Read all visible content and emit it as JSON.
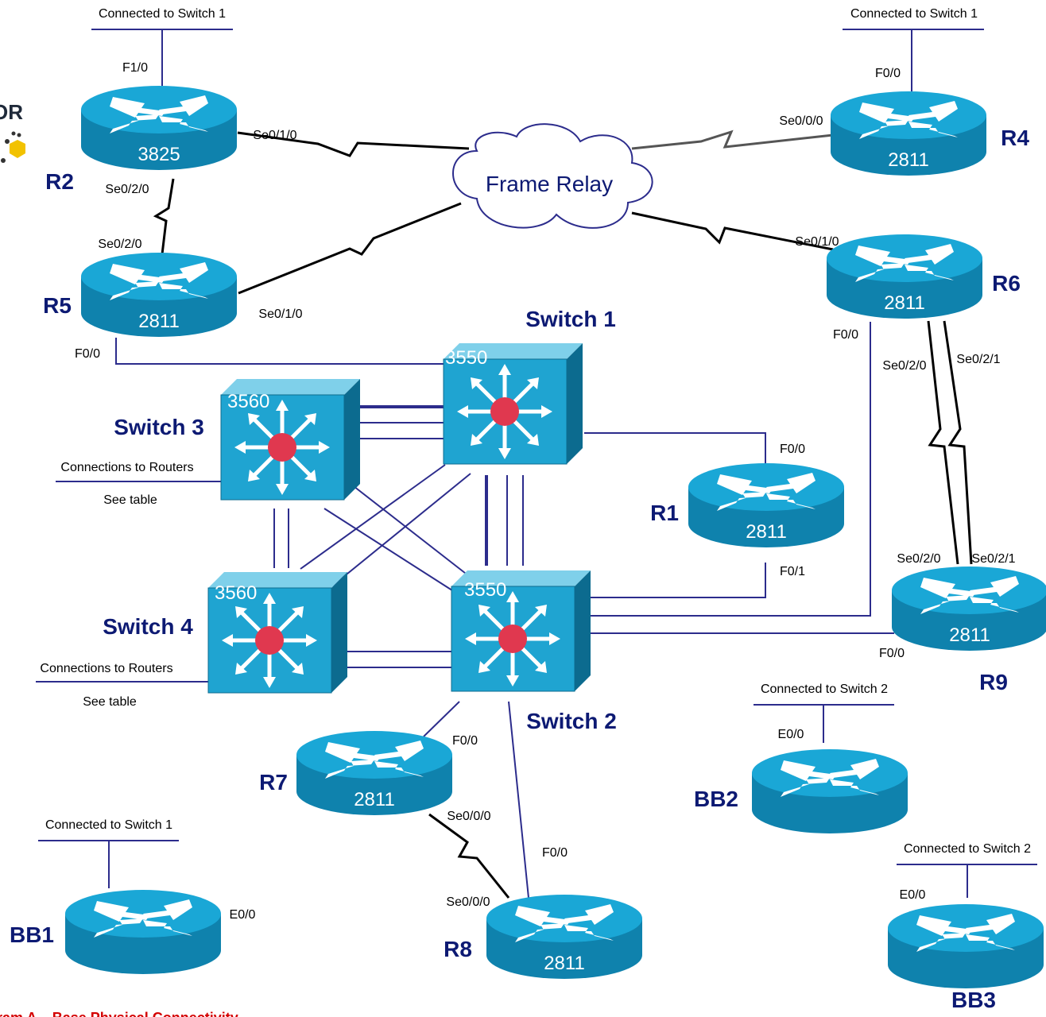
{
  "cloud": {
    "label": "Frame Relay"
  },
  "routers": {
    "R2": {
      "name": "R2",
      "model": "3825"
    },
    "R4": {
      "name": "R4",
      "model": "2811"
    },
    "R5": {
      "name": "R5",
      "model": "2811"
    },
    "R6": {
      "name": "R6",
      "model": "2811"
    },
    "R1": {
      "name": "R1",
      "model": "2811"
    },
    "R9": {
      "name": "R9",
      "model": "2811"
    },
    "R7": {
      "name": "R7",
      "model": "2811"
    },
    "R8": {
      "name": "R8",
      "model": "2811"
    },
    "BB1": {
      "name": "BB1"
    },
    "BB2": {
      "name": "BB2"
    },
    "BB3": {
      "name": "BB3"
    }
  },
  "switches": {
    "SW1": {
      "name": "Switch 1",
      "model": "3550"
    },
    "SW2": {
      "name": "Switch 2",
      "model": "3550"
    },
    "SW3": {
      "name": "Switch 3",
      "model": "3560"
    },
    "SW4": {
      "name": "Switch 4",
      "model": "3560"
    }
  },
  "interfaces": {
    "r2_f10": "F1/0",
    "r2_se010": "Se0/1/0",
    "r2_se020": "Se0/2/0",
    "r4_f00": "F0/0",
    "r4_se000": "Se0/0/0",
    "r5_se020": "Se0/2/0",
    "r5_se010": "Se0/1/0",
    "r5_f00": "F0/0",
    "r6_se010": "Se0/1/0",
    "r6_f00": "F0/0",
    "r6_se020": "Se0/2/0",
    "r6_se021": "Se0/2/1",
    "r1_f00": "F0/0",
    "r1_f01": "F0/1",
    "r9_se020": "Se0/2/0",
    "r9_se021": "Se0/2/1",
    "r9_f00": "F0/0",
    "r7_f00": "F0/0",
    "r7_se000": "Se0/0/0",
    "r8_f00": "F0/0",
    "r8_se000": "Se0/0/0",
    "bb1_e00": "E0/0",
    "bb2_e00": "E0/0",
    "bb3_e00": "E0/0"
  },
  "notes": {
    "r2_conn": "Connected to Switch 1",
    "r4_conn": "Connected to Switch 1",
    "bb1_conn": "Connected to Switch 1",
    "bb2_conn": "Connected to Switch 2",
    "bb3_conn": "Connected to Switch 2",
    "sw3_conn": "Connections to Routers",
    "sw3_table": "See table",
    "sw4_conn": "Connections to Routers",
    "sw4_table": "See table"
  },
  "logo_text": "OR",
  "caption": "ram A – Base Physical Connectivity",
  "colors": {
    "router_top": "#1aa7d6",
    "router_side": "#0f82ad",
    "switch_front": "#1fa4d1",
    "label_blue": "#0d1a73",
    "caption_red": "#d40000"
  }
}
